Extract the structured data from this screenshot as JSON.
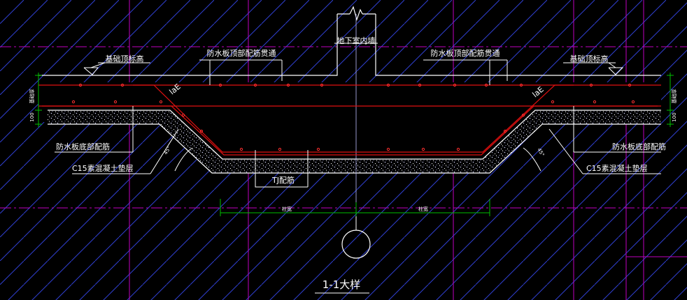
{
  "drawing": {
    "title": "1-1大样",
    "labels": {
      "wall": "地下室内墙",
      "top_level_left": "基础顶标高",
      "top_level_right": "基础顶标高",
      "top_rebar_left": "防水板顶部配筋贯通",
      "top_rebar_right": "防水板顶部配筋贯通",
      "bottom_rebar_left": "防水板底部配筋",
      "bottom_rebar_right": "防水板底部配筋",
      "cushion_left": "C15素混凝土垫层",
      "cushion_right": "C15素混凝土垫层",
      "tj_rebar": "TJ配筋",
      "lae_left": "laE",
      "lae_right": "laE",
      "angle_left": "45°",
      "angle_right": "45°",
      "dim_left_thickness": "基础厚",
      "dim_right_thickness": "基础厚",
      "dim_left_100": "100",
      "dim_right_100": "100",
      "dim_bottom_left": "柱宽",
      "dim_bottom_right": "柱宽"
    },
    "colors": {
      "background": "#000000",
      "hatch": "#2f3fd0",
      "grid": "#c000c0",
      "rebar": "#e01010",
      "outline": "#ffffff",
      "dimension": "#00c000",
      "dot": "#ff3030"
    }
  }
}
